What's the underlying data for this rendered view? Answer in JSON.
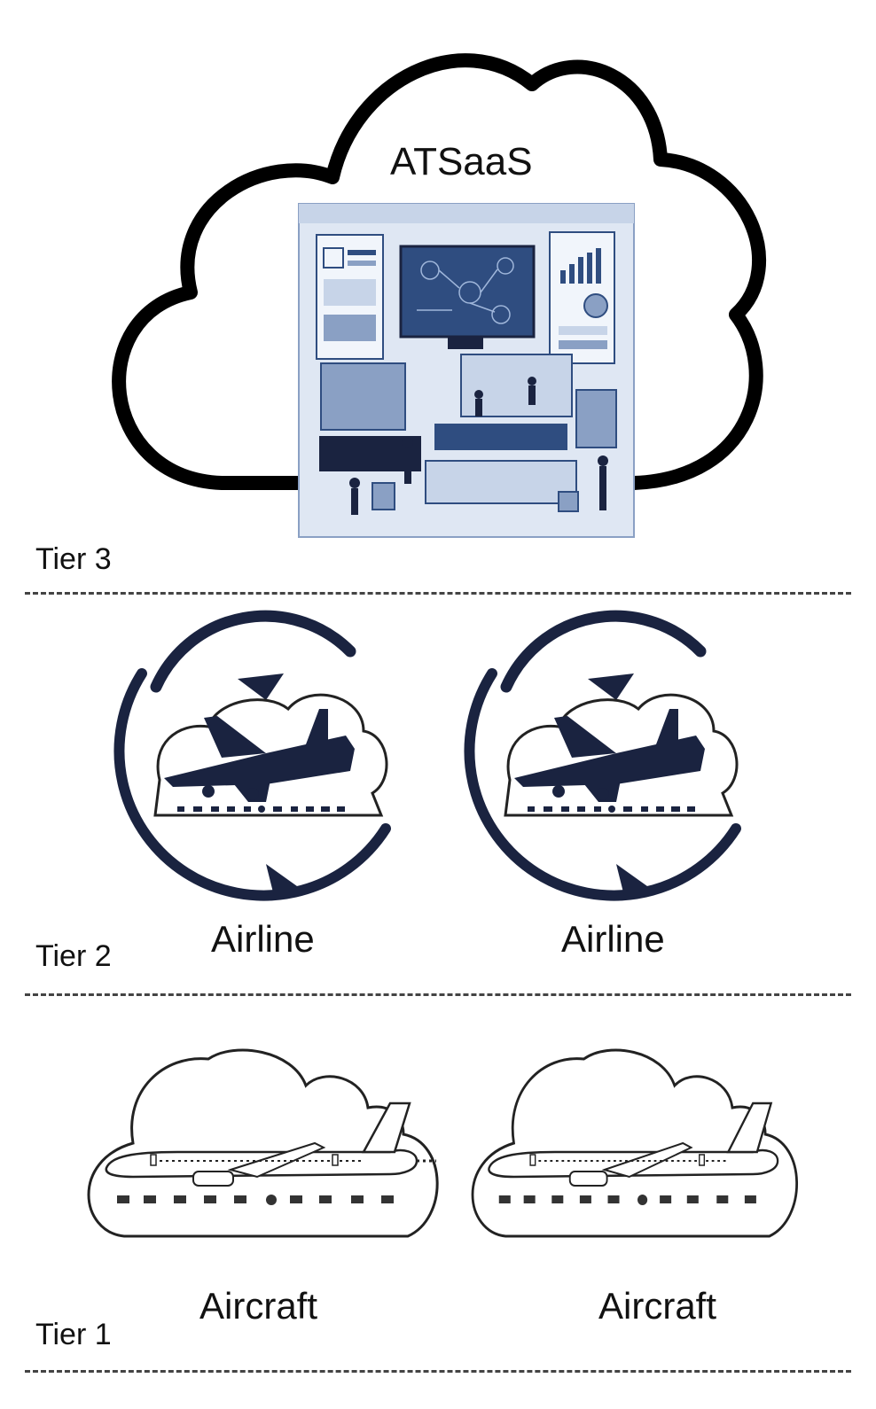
{
  "tiers": {
    "tier3": {
      "label": "Tier 3",
      "title": "ATSaaS"
    },
    "tier2": {
      "label": "Tier 2",
      "nodes": [
        "Airline",
        "Airline"
      ]
    },
    "tier1": {
      "label": "Tier 1",
      "nodes": [
        "Aircraft",
        "Aircraft"
      ]
    }
  },
  "colors": {
    "outline": "#000000",
    "navy": "#1a2340",
    "panel_bg": "#dfe7f3",
    "panel_accent": "#2f4d80",
    "divider": "#444444"
  },
  "icons": {
    "tier3_image": "operations-center-illustration",
    "tier2_icon": "airline-cycle-icon",
    "tier1_icon": "aircraft-cloud-icon"
  }
}
